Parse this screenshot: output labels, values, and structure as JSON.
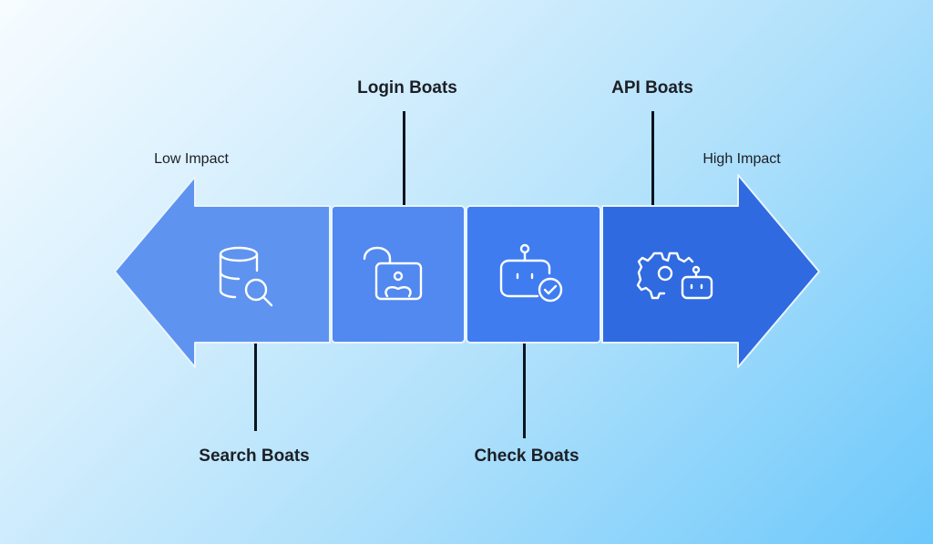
{
  "diagram": {
    "scale_left_label": "Low Impact",
    "scale_right_label": "High Impact",
    "stages": [
      {
        "label": "Search Boats",
        "icon": "database-search-icon",
        "label_position": "bottom",
        "color": "#5f93f0"
      },
      {
        "label": "Login Boats",
        "icon": "unlocked-user-icon",
        "label_position": "top",
        "color": "#5189f0"
      },
      {
        "label": "Check Boats",
        "icon": "robot-check-icon",
        "label_position": "bottom",
        "color": "#3f7cf0"
      },
      {
        "label": "API Boats",
        "icon": "gear-robot-icon",
        "label_position": "top",
        "color": "#2f6ae0"
      }
    ],
    "connector_color": "#0c1420",
    "icon_color": "#ffffff",
    "outline_color": "#e8f4ff"
  }
}
